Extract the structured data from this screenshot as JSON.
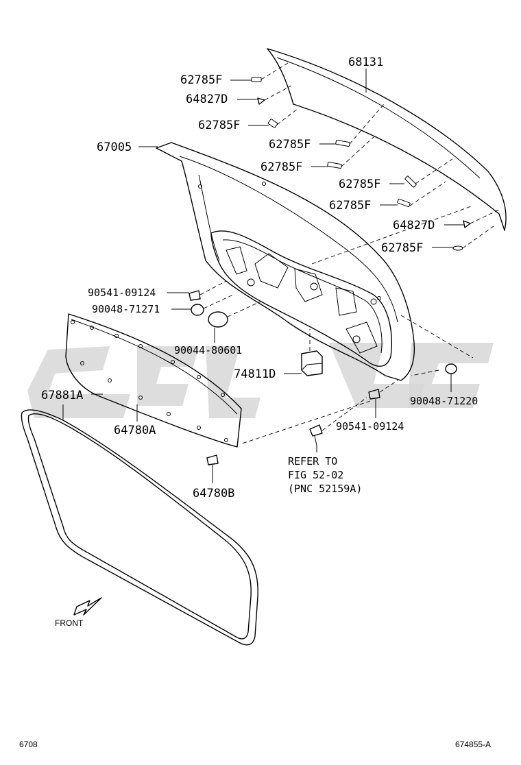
{
  "callouts": {
    "c68131": "68131",
    "c62785F_1": "62785F",
    "c64827D_1": "64827D",
    "c62785F_2": "62785F",
    "c67005": "67005",
    "c62785F_3": "62785F",
    "c62785F_4": "62785F",
    "c62785F_5": "62785F",
    "c62785F_6": "62785F",
    "c64827D_2": "64827D",
    "c62785F_7": "62785F",
    "c90541_09124_a": "90541-09124",
    "c90048_71271": "90048-71271",
    "c90044_80601": "90044-80601",
    "c74811D": "74811D",
    "c67881A": "67881A",
    "c64780A": "64780A",
    "c90048_71220": "90048-71220",
    "c90541_09124_b": "90541-09124",
    "c64780B": "64780B"
  },
  "refer_note": {
    "line1": "REFER TO",
    "line2": "FIG 52-02",
    "line3": "(PNC 52159A)"
  },
  "front_label": "FRONT",
  "footer": {
    "page_code": "6708",
    "illustration_id": "674855-A"
  }
}
